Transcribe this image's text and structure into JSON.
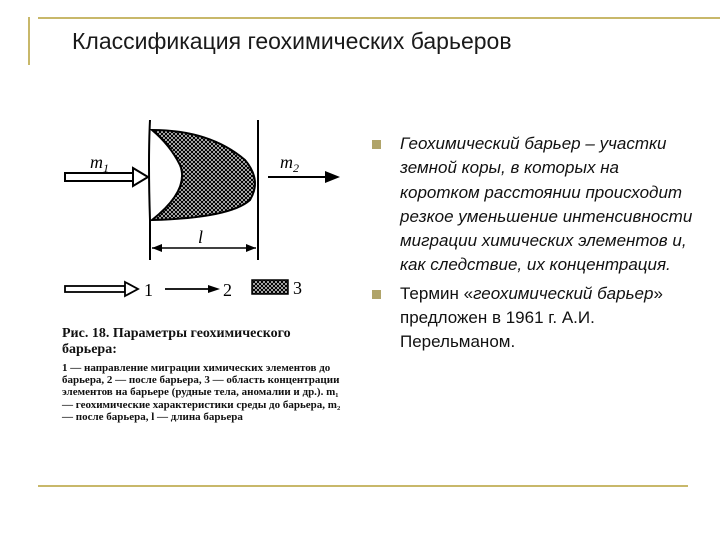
{
  "title": "Классификация геохимических барьеров",
  "figure": {
    "label_m1": "m",
    "sub_m1": "1",
    "label_m2": "m",
    "sub_m2": "2",
    "label_l": "l",
    "legend": [
      "1",
      "2",
      "3"
    ],
    "caption_head": "Рис. 18. Параметры геохимического барьера:",
    "caption_body": "1 — направление миграции химических элементов до барьера, 2 — после барьера, 3 — область концентрации элементов на барьере (рудные тела, аномалии и др.). m₁ — геохимические характеристики среды до барьера, m₂ — после барьера, l — длина барьера"
  },
  "bullets": [
    {
      "italic_lead": "Геохимический барьер –",
      "text": "участки земной коры, в которых на коротком расстоянии происходит резкое уменьшение интенсивности миграции химических элементов и, как следствие, их концентрация."
    },
    {
      "prefix": "Термин «",
      "italic": "геохимический барьер",
      "suffix": "» предложен в 1961 г. А.И. Перельманом."
    }
  ],
  "colors": {
    "frame": "#c8b86a",
    "bullet": "#b0a46a"
  }
}
